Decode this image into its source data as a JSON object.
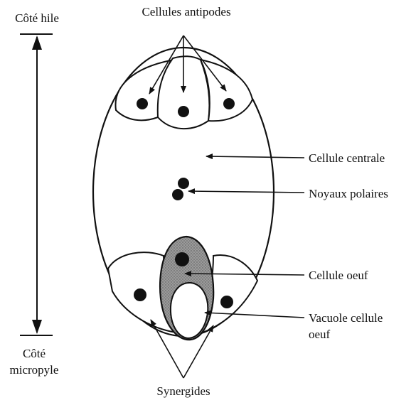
{
  "labels": {
    "hile_side": "Côté hile",
    "micropyle_side_line1": "Côté",
    "micropyle_side_line2": "micropyle",
    "antipodal_cells": "Cellules antipodes",
    "central_cell": "Cellule centrale",
    "polar_nuclei": "Noyaux polaires",
    "egg_cell": "Cellule oeuf",
    "egg_vacuole_line1": "Vacuole cellule",
    "egg_vacuole_line2": "oeuf",
    "synergids": "Synergides"
  },
  "colors": {
    "ink": "#111111",
    "egg_cell_fill": "#8f8f8f",
    "background": "#ffffff"
  }
}
